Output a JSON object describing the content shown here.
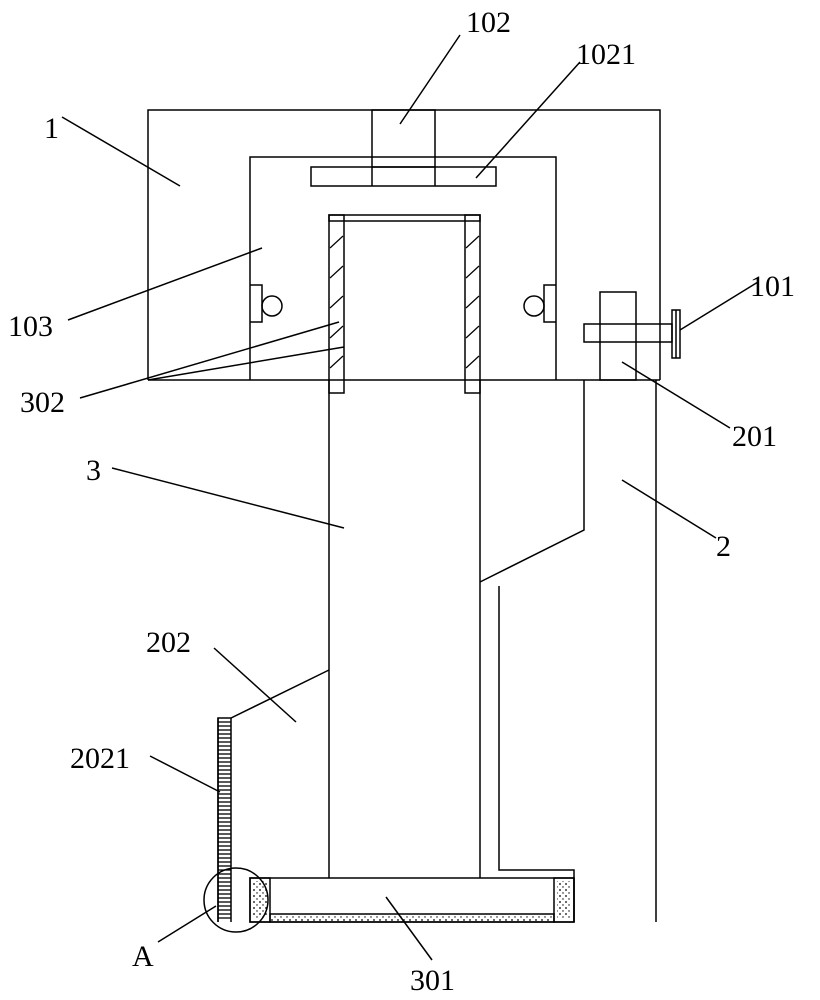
{
  "labels": {
    "l_102": "102",
    "l_1021": "1021",
    "l_1": "1",
    "l_103": "103",
    "l_101": "101",
    "l_302": "302",
    "l_201": "201",
    "l_3": "3",
    "l_2": "2",
    "l_202": "202",
    "l_2021": "2021",
    "l_A": "A",
    "l_301": "301"
  }
}
